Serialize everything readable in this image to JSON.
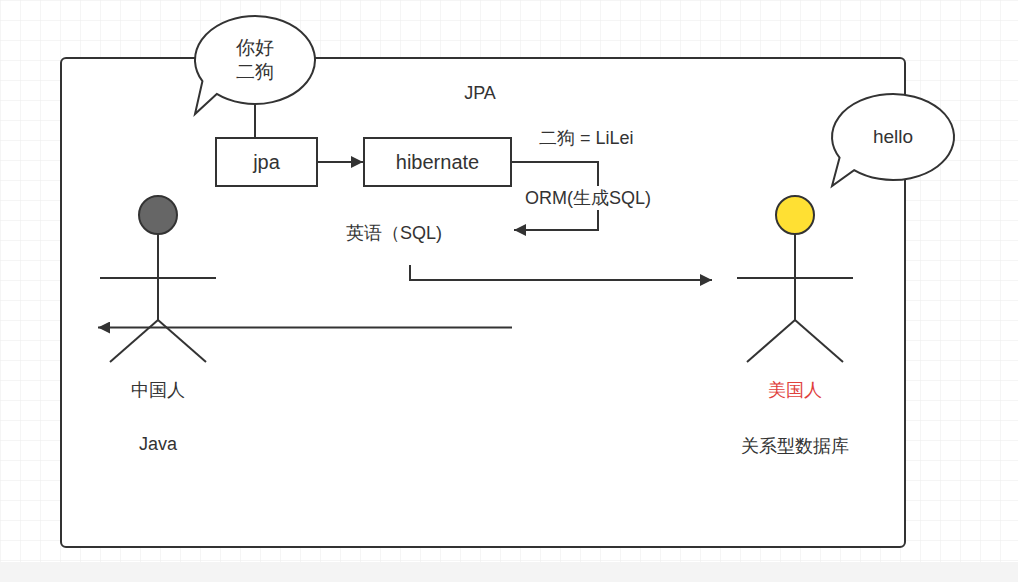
{
  "diagram": {
    "nodes": [
      {
        "text": [
          "JPA"
        ]
      },
      {
        "text": [
          "你好 二狗"
        ]
      },
      {
        "text": [
          "jpa"
        ],
        "in": 0
      },
      {
        "text": [
          "hibernate"
        ],
        "in": 0
      },
      {
        "text": [
          "hello"
        ]
      },
      {
        "text": [
          "中国人",
          "Java"
        ],
        "in": 0
      },
      {
        "text": [
          "美国人",
          "关系型数据库"
        ],
        "in": 0
      }
    ],
    "edges": [
      {
        "from": 5,
        "to": 2,
        "arrow": "to"
      },
      {
        "from": 2,
        "to": 3,
        "arrow": "to"
      }
    ],
    "labels": [
      "二狗 = LiLei",
      "ORM(生成SQL)",
      "英语（SQL)"
    ]
  }
}
